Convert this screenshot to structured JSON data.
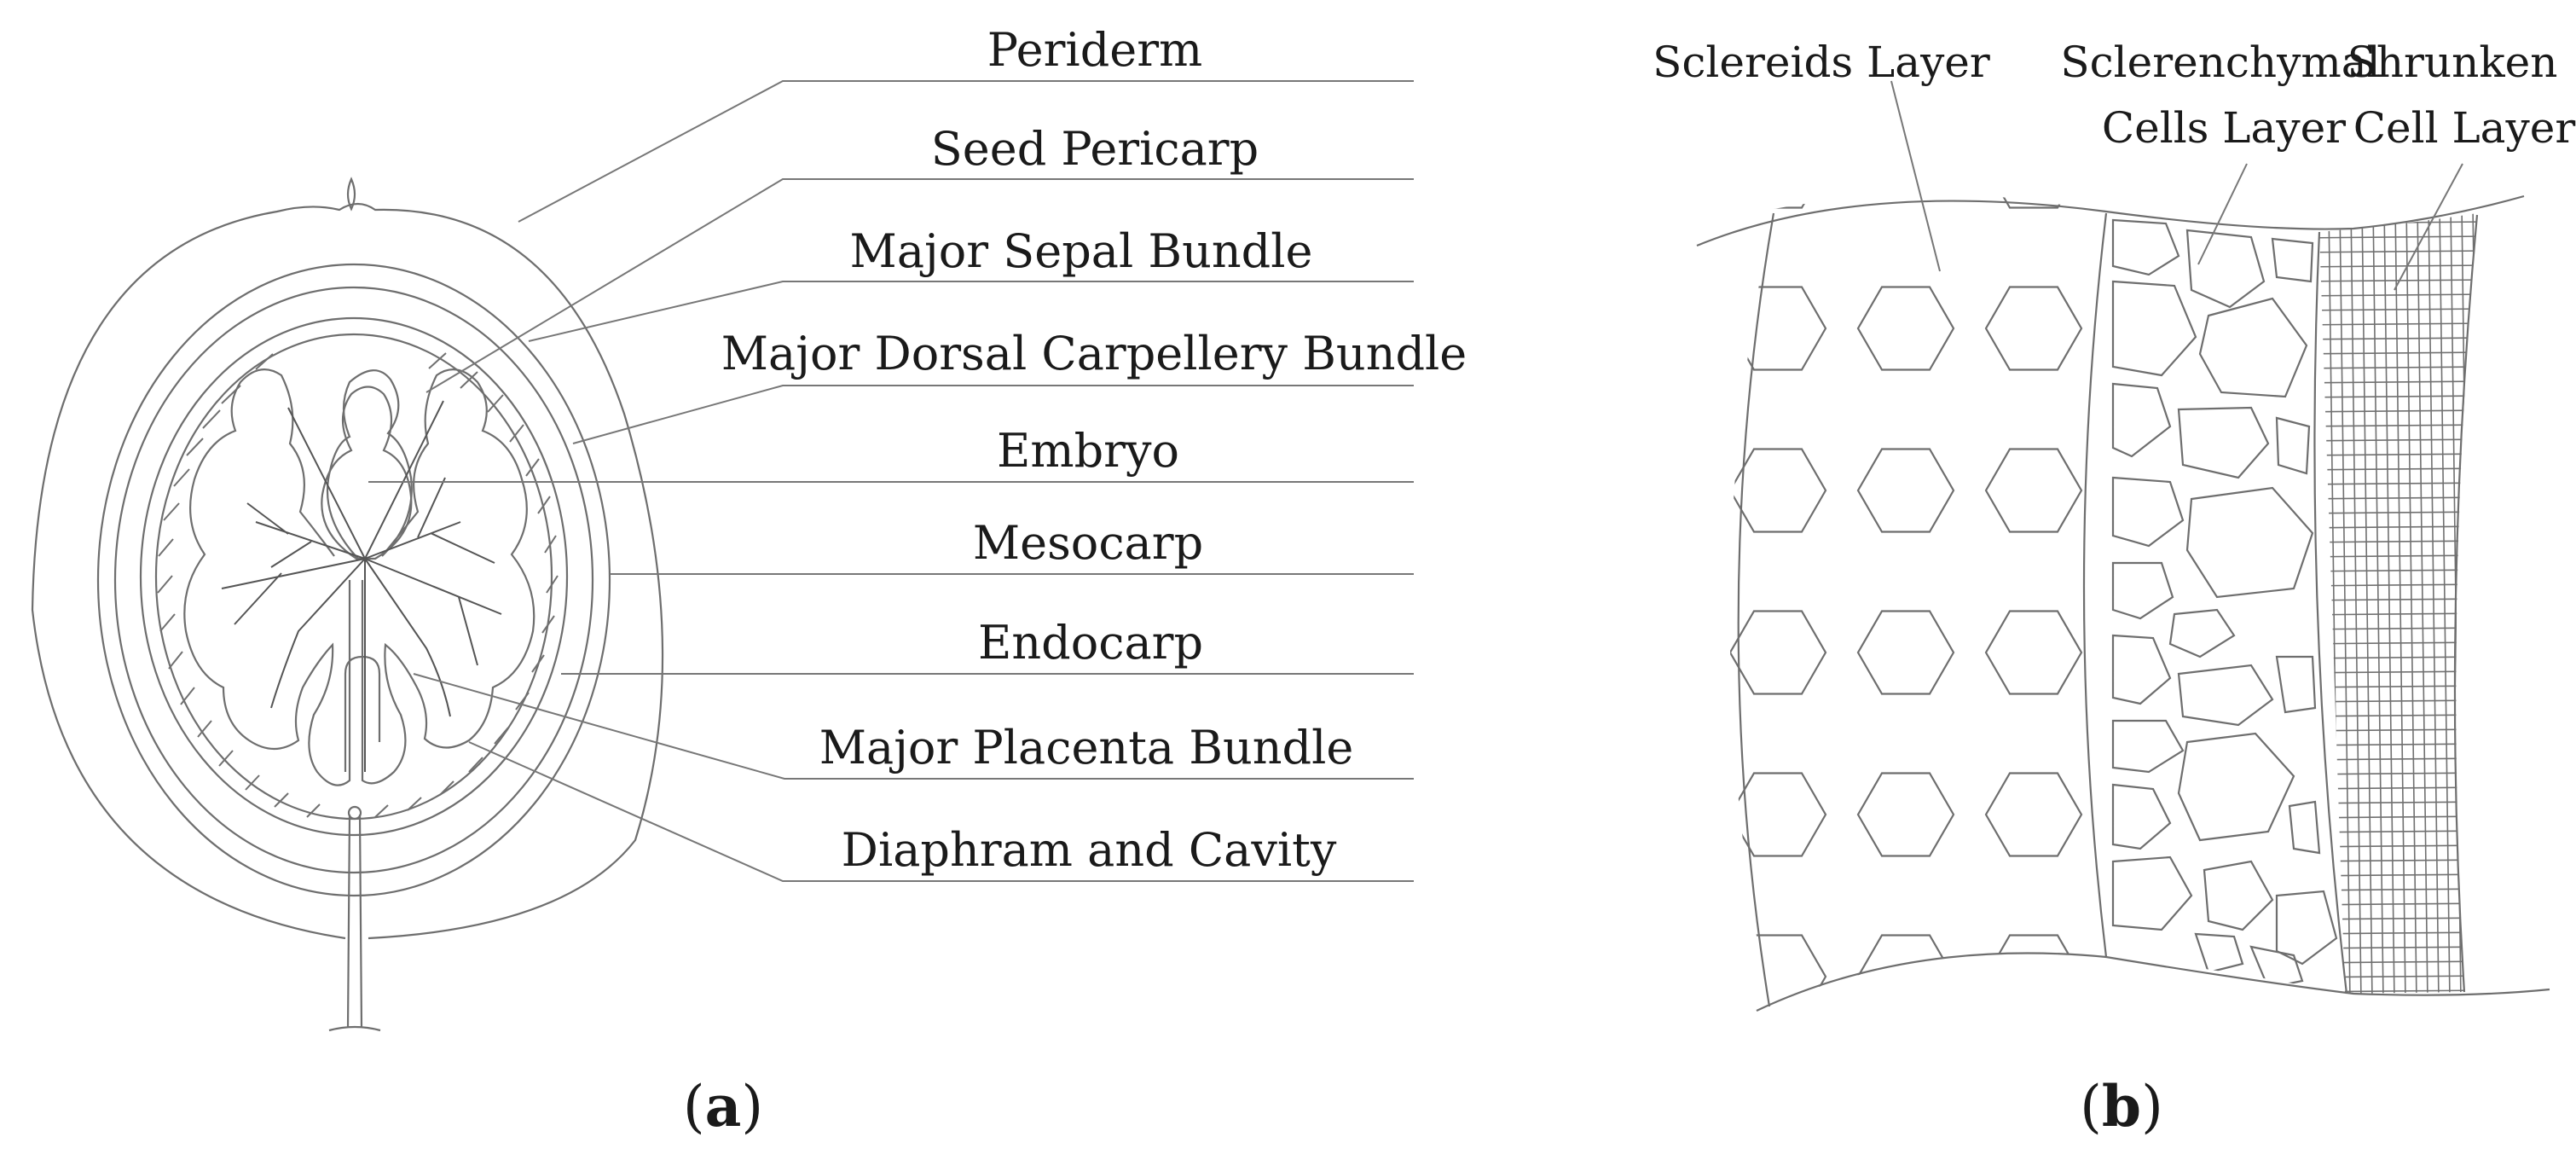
{
  "panel_a": {
    "labels": [
      "Periderm",
      "Seed Pericarp",
      "Major Sepal Bundle",
      "Major Dorsal Carpellery Bundle",
      "Embryo",
      "Mesocarp",
      "Endocarp",
      "Major Placenta Bundle",
      "Diaphram and Cavity"
    ],
    "caption_open": "(",
    "caption_letter": "a",
    "caption_close": ")"
  },
  "panel_b": {
    "labels": {
      "sclereids": "Sclereids Layer",
      "sclerenchymal_line1": "Sclerenchymal",
      "sclerenchymal_line2": "Cells Layer",
      "shrunken_line1": "Shrunken",
      "shrunken_line2": "Cell Layer"
    },
    "caption_open": "(",
    "caption_letter": "b",
    "caption_close": ")"
  },
  "colors": {
    "line": "#6e6e6e",
    "text": "#1a1a1a",
    "background": "#ffffff"
  }
}
